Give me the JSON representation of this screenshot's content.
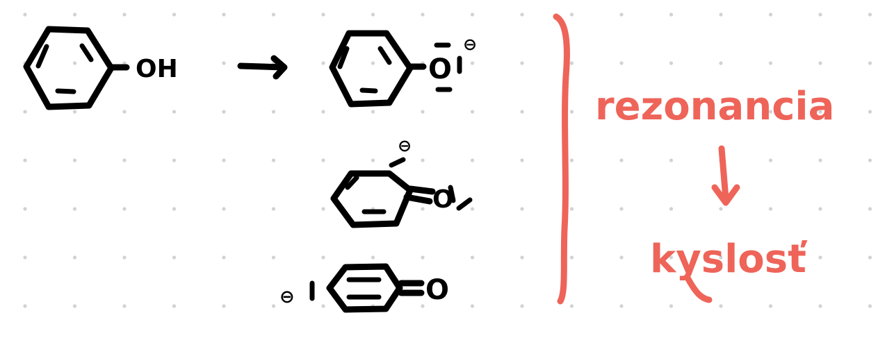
{
  "colors": {
    "ink": "#000000",
    "accent": "#ee6459",
    "grid_dot": "#d2d2d2"
  },
  "phenol": {
    "group": "OH"
  },
  "phenoxide": {
    "oxygen": "O",
    "charge": "⊖"
  },
  "resonance_ortho": {
    "charge": "⊖",
    "oxygen": "O"
  },
  "resonance_para": {
    "charge": "⊖",
    "oxygen": "O"
  },
  "notes": {
    "word1": "rezonancia",
    "word2": "kyslosť"
  }
}
